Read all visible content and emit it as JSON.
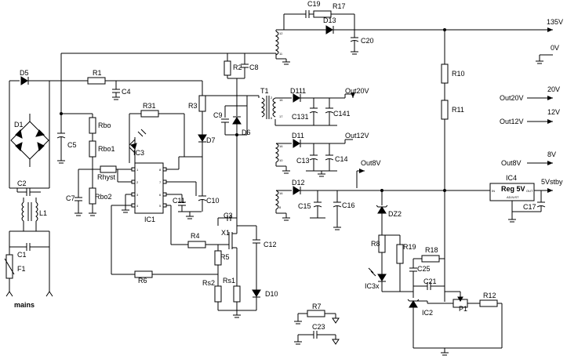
{
  "labels": {
    "C19": "C19",
    "R17": "R17",
    "D13": "D13",
    "C20": "C20",
    "v135": "135V",
    "v0": "0V",
    "D5": "D5",
    "R1": "R1",
    "C4": "C4",
    "R2": "R2",
    "C8": "C8",
    "R10": "R10",
    "D1": "D1",
    "C5": "C5",
    "Rbo": "Rbo",
    "Rbo1": "Rbo1",
    "R31": "R31",
    "IC3": "IC3",
    "R3": "R3",
    "C9": "C9",
    "D6": "D6",
    "D7": "D7",
    "T1": "T1",
    "D111": "D111",
    "Out20V_a": "Out20V",
    "C131": "C131",
    "C141": "C141",
    "Out20V_b": "Out20V",
    "v20": "20V",
    "R11": "R11",
    "D11": "D11",
    "Out12V_a": "Out12V",
    "C13": "C13",
    "C14": "C14",
    "Out12V_b": "Out12V",
    "v12": "12V",
    "Out8V_a": "Out8V",
    "Out8V_b": "Out8V",
    "v8": "8V",
    "C7": "C7",
    "Rhyst": "Rhyst",
    "Rbo2": "Rbo2",
    "IC1": "IC1",
    "C11": "C11",
    "C10": "C10",
    "C2": "C2",
    "L1": "L1",
    "D12": "D12",
    "C15": "C15",
    "C16": "C16",
    "DZ2": "DZ2",
    "IC4": "IC4",
    "Reg5V": "Reg 5V",
    "ADJUST": "ADJUST",
    "IN": "IN",
    "OUT": "OUT",
    "C17": "C17",
    "v5stby": "5Vstby",
    "C3": "C3",
    "X1": "X1",
    "R4": "R4",
    "C12": "C12",
    "R5": "R5",
    "C1": "C1",
    "F1": "F1",
    "R6": "R6",
    "Rs2": "Rs2",
    "Rs1": "Rs1",
    "D10": "D10",
    "R8": "R8",
    "R19": "R19",
    "R18": "R18",
    "C25": "C25",
    "C21": "C21",
    "IC3x": "IC3x",
    "IC2": "IC2",
    "P1": "P1",
    "R12": "R12",
    "R7": "R7",
    "C23": "C23",
    "mains": "mains"
  },
  "pins": {
    "p1": "1",
    "p2": "2",
    "p3": "3",
    "p4": "4",
    "p5": "5",
    "p6": "6",
    "p7": "7",
    "p8": "8",
    "p10": "10",
    "p11": "11",
    "p12": "12",
    "p16": "16",
    "p17": "17"
  }
}
